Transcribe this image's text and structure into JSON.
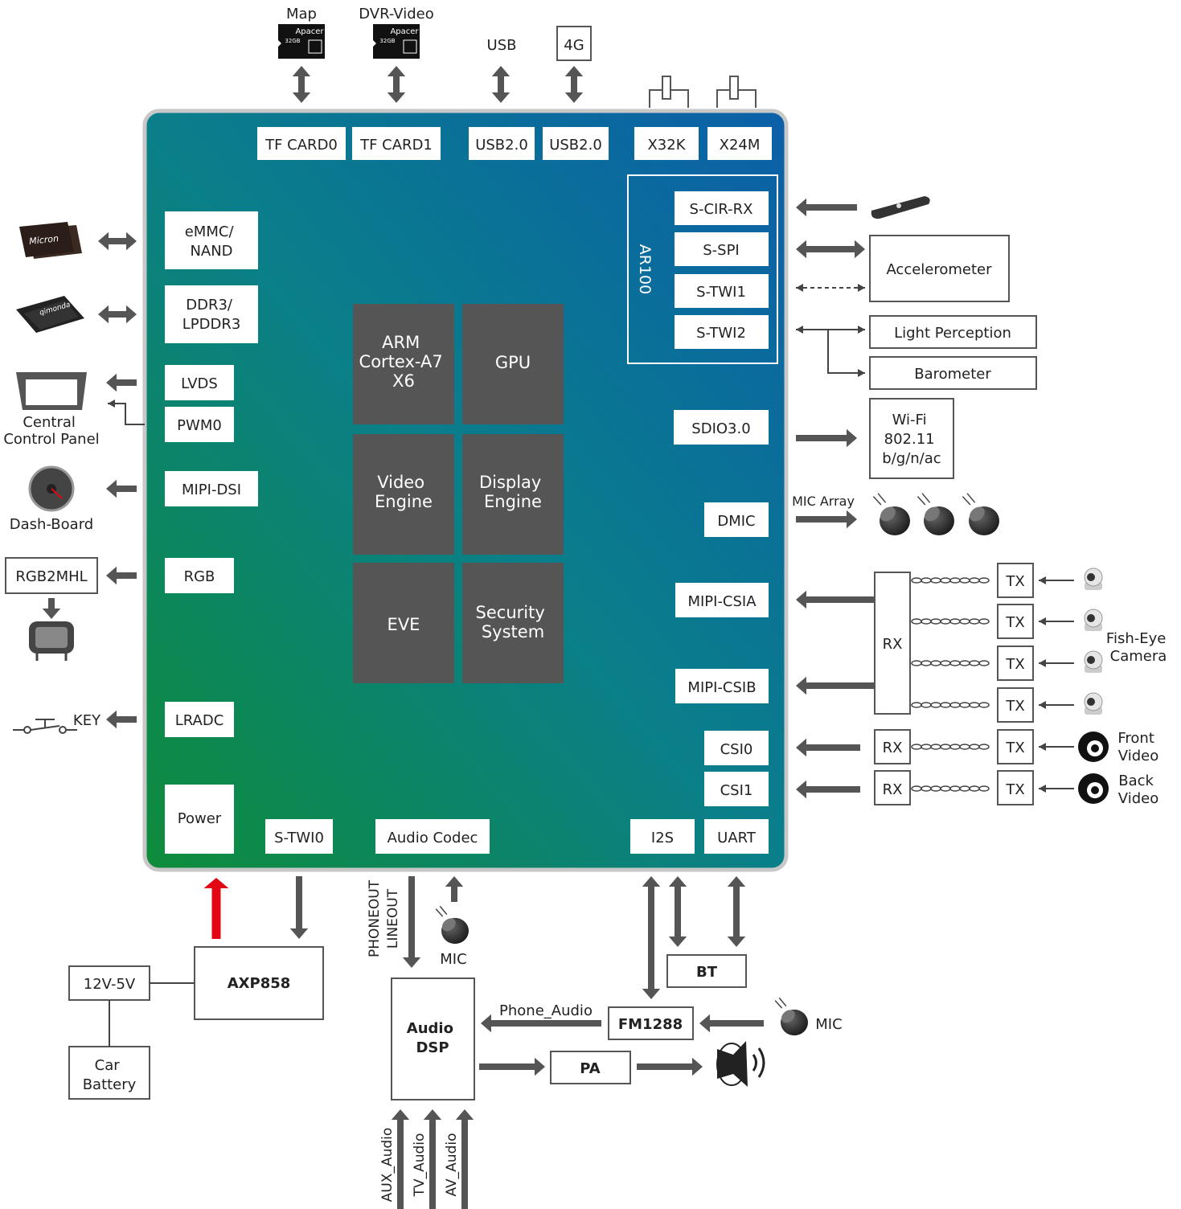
{
  "colors": {
    "chip_gradient_top": "#0b5fa8",
    "chip_gradient_mid": "#087a85",
    "chip_gradient_bottom": "#0e8c3a",
    "chip_border": "#c8c8c8",
    "block_dark": "#555555",
    "arrow": "#555555",
    "power_arrow": "#e30613",
    "line": "#444444"
  },
  "top": {
    "map_label": "Map",
    "dvr_label": "DVR-Video",
    "usb_label": "USB",
    "g4_label": "4G",
    "sd_brand": "Apacer",
    "sd_capacity": "32GB"
  },
  "chip": {
    "ports_top": [
      "TF CARD0",
      "TF CARD1",
      "USB2.0",
      "USB2.0",
      "X32K",
      "X24M"
    ],
    "ports_left": [
      "eMMC/\nNAND",
      "DDR3/\nLPDDR3",
      "LVDS",
      "PWM0",
      "MIPI-DSI",
      "RGB",
      "LRADC",
      "Power"
    ],
    "ports_bottom": [
      "S-TWI0",
      "Audio Codec",
      "I2S",
      "UART"
    ],
    "ports_right": [
      "SDIO3.0",
      "DMIC",
      "MIPI-CSIA",
      "MIPI-CSIB",
      "CSI0",
      "CSI1"
    ],
    "ar100": {
      "label": "AR100",
      "ports": [
        "S-CIR-RX",
        "S-SPI",
        "S-TWI1",
        "S-TWI2"
      ]
    },
    "cores": [
      "ARM\nCortex-A7\nX6",
      "GPU",
      "Video\nEngine",
      "Display\nEngine",
      "EVE",
      "Security\nSystem"
    ]
  },
  "left": {
    "micron_label": "Micron",
    "qimonda_label": "qimonda",
    "central_label": "Central\nControl Panel",
    "dash_label": "Dash-Board",
    "rgb2mhl_label": "RGB2MHL",
    "key_label": "KEY"
  },
  "right": {
    "accelerometer": "Accelerometer",
    "light": "Light Perception",
    "barometer": "Barometer",
    "wifi": "Wi-Fi\n802.11\nb/g/n/ac",
    "mic_array": "MIC Array",
    "rx_label": "RX",
    "tx_label": "TX",
    "fisheye_label": "Fish-Eye\nCamera",
    "front_label": "Front\nVideo",
    "back_label": "Back\nVideo"
  },
  "bottom": {
    "axp": "AXP858",
    "v12": "12V-5V",
    "battery": "Car\nBattery",
    "phoneout": "PHONEOUT",
    "lineout": "LINEOUT",
    "mic1": "MIC",
    "dsp": "Audio\nDSP",
    "bt": "BT",
    "fm": "FM1288",
    "phone_audio": "Phone_Audio",
    "mic2": "MIC",
    "pa": "PA",
    "aux": "AUX_Audio",
    "tv": "TV_Audio",
    "av": "AV_Audio"
  }
}
